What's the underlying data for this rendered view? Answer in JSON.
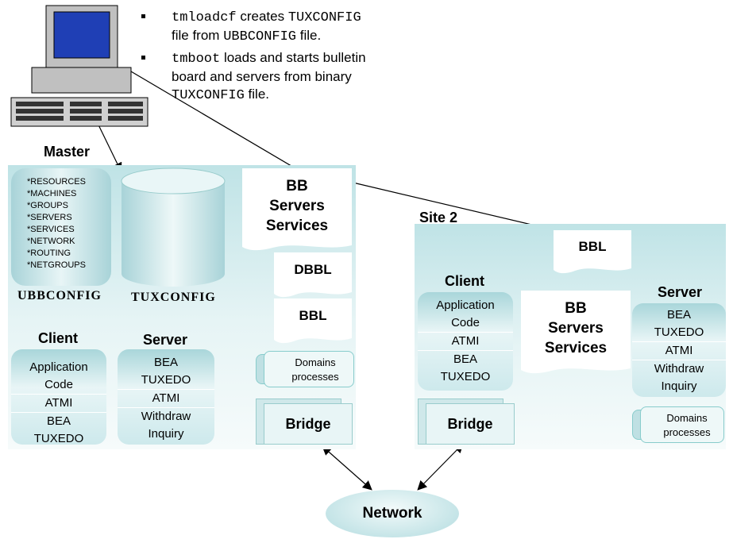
{
  "bullets": [
    {
      "code": "tmloadcf",
      "text": " creates ",
      "code2": "TUXCONFIG",
      "line2": "file from ",
      "code3": "UBBCONFIG",
      "tail": " file."
    },
    {
      "code": "tmboot",
      "text": " loads and starts bulletin",
      "line2": "board and servers from binary",
      "code3": "TUXCONFIG",
      "tail": "  file."
    }
  ],
  "master": {
    "title": "Master",
    "sections": [
      "*RESOURCES",
      "*MACHINES",
      "*GROUPS",
      "*SERVERS",
      "*SERVICES",
      "*NETWORK",
      "*ROUTING",
      "*NETGROUPS"
    ],
    "ubbconfig": "UBBCONFIG",
    "tuxconfig": "TUXCONFIG",
    "bb": [
      "BB",
      "Servers",
      "Services"
    ],
    "dbbl": "DBBL",
    "bbl": "BBL",
    "domains": [
      "Domains",
      "processes"
    ],
    "bridge": "Bridge",
    "client_title": "Client",
    "client_lines": [
      "Application",
      "Code",
      "ATMI",
      "BEA",
      "TUXEDO"
    ],
    "server_title": "Server",
    "server_lines": [
      "BEA",
      "TUXEDO",
      "ATMI",
      "Withdraw",
      "Inquiry"
    ]
  },
  "site2": {
    "title": "Site 2",
    "bbl": "BBL",
    "bb": [
      "BB",
      "Servers",
      "Services"
    ],
    "client_title": "Client",
    "client_lines": [
      "Application",
      "Code",
      "ATMI",
      "BEA",
      "TUXEDO"
    ],
    "server_title": "Server",
    "server_lines": [
      "BEA",
      "TUXEDO",
      "ATMI",
      "Withdraw",
      "Inquiry"
    ],
    "domains": [
      "Domains",
      "processes"
    ],
    "bridge": "Bridge"
  },
  "network": "Network",
  "colors": {
    "panel": "#cfeaec",
    "monitor_screen": "#1f3fb5"
  }
}
